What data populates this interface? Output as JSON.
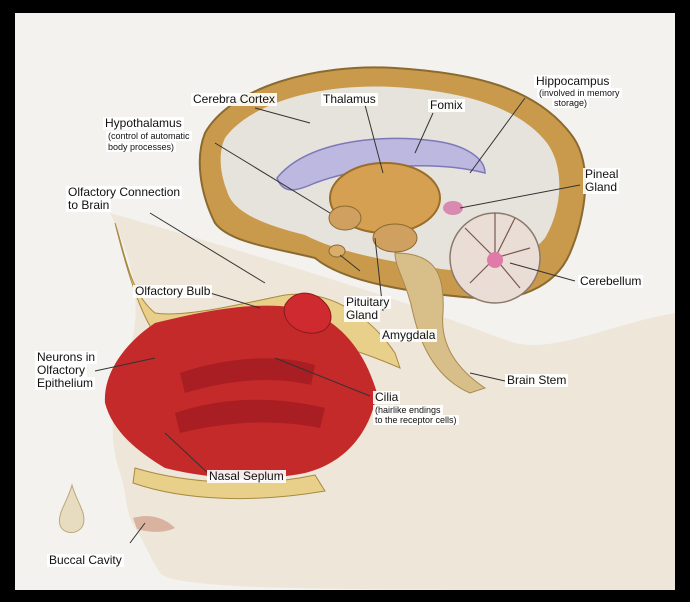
{
  "labels": {
    "cerebral_cortex": "Cerebra Cortex",
    "thalamus": "Thalamus",
    "fornix": "Fomix",
    "hippocampus": "Hippocampus",
    "hippocampus_note_1": "(involved in memory",
    "hippocampus_note_2": "storage)",
    "hypothalamus": "Hypothalamus",
    "hypothalamus_note_1": "(control of automatic",
    "hypothalamus_note_2": "body processes)",
    "pineal_1": "Pineal",
    "pineal_2": "Gland",
    "olfactory_connection_1": "Olfactory Connection",
    "olfactory_connection_2": "to Brain",
    "cerebellum": "Cerebellum",
    "olfactory_bulb": "Olfactory Bulb",
    "pituitary_1": "Pituitary",
    "pituitary_2": "Gland",
    "amygdala": "Amygdala",
    "neurons_1": "Neurons in",
    "neurons_2": "Olfactory",
    "neurons_3": "Epithelium",
    "brain_stem": "Brain Stem",
    "cilia": "Cilia",
    "cilia_note_1": "(hairlike endings",
    "cilia_note_2": "to the receptor cells)",
    "nasal_septum": "Nasal Seplum",
    "buccal_cavity": "Buccal Cavity"
  },
  "colors": {
    "frame": "#000000",
    "background": "#f3f2ee",
    "skin": "#efe6da",
    "brain_outer": "#c99a4c",
    "brain_inner": "#e6e3dc",
    "thalamus": "#d6a052",
    "ventricle": "#bcb8e0",
    "bone": "#e8d08a",
    "nasal_cavity": "#c42a2a",
    "olfactory_bulb": "#cf2a30",
    "cerebellum": "#e9ddd6",
    "leader_line": "#333333"
  }
}
